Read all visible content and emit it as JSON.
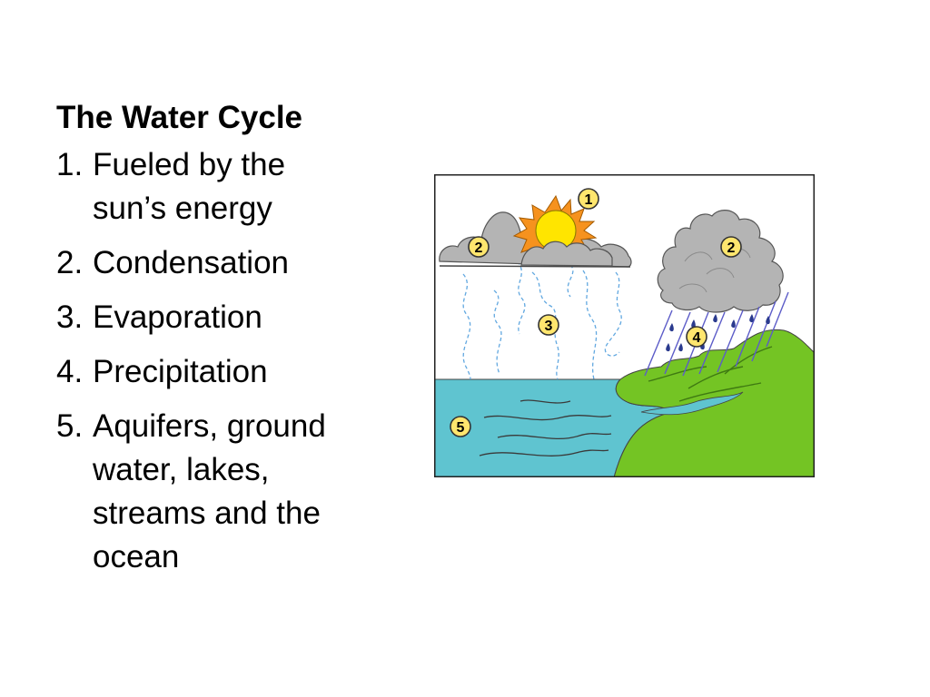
{
  "slide": {
    "title": "The Water Cycle",
    "items": [
      {
        "number": "1.",
        "text": "Fueled by the sun’s energy"
      },
      {
        "number": "2.",
        "text": "Condensation"
      },
      {
        "number": "3.",
        "text": "Evaporation"
      },
      {
        "number": "4.",
        "text": "Precipitation"
      },
      {
        "number": "5.",
        "text": "Aquifers, ground water, lakes, streams and the ocean"
      }
    ]
  },
  "diagram": {
    "markers": [
      "1",
      "2",
      "2",
      "3",
      "4",
      "5"
    ],
    "colors": {
      "water": "#5fc4d0",
      "land": "#74c424",
      "cloud": "#b4b4b4",
      "sun": "#ffe500",
      "sun_rays": "#f6921e",
      "marker": "#ffe66e",
      "vapor": "#62a8e0",
      "rain_drop": "#2a3a8e",
      "rain_line": "#5c5cc8"
    }
  }
}
